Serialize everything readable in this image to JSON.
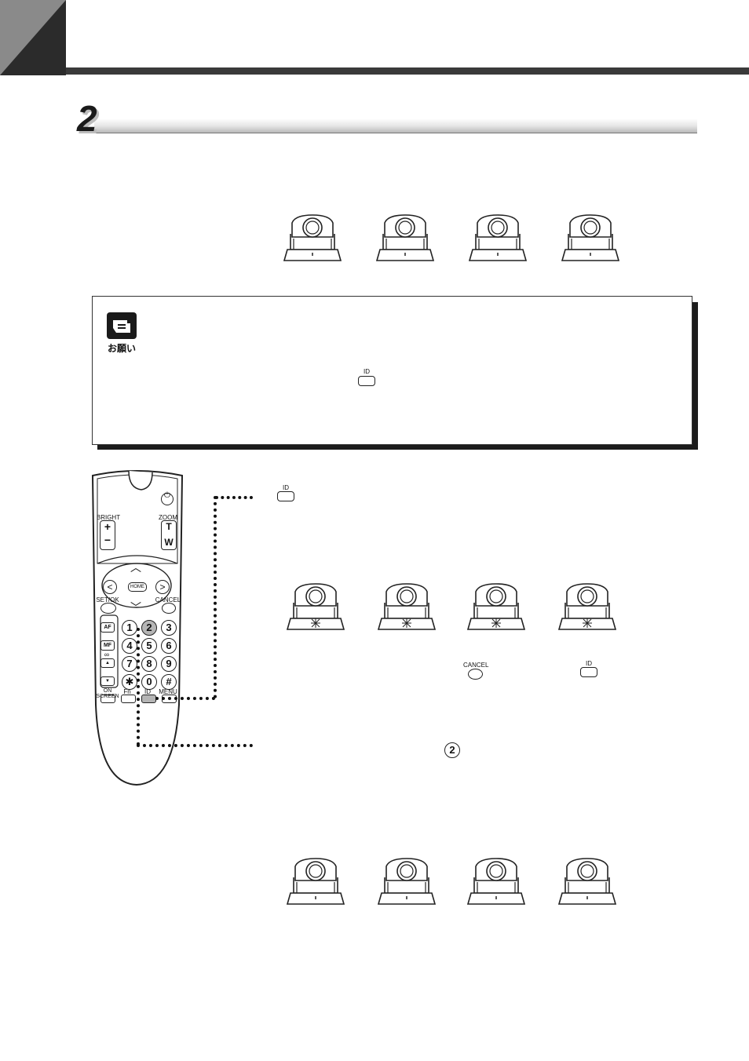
{
  "section": {
    "number": "2"
  },
  "note": {
    "label": "お願い",
    "button_label": "ID"
  },
  "remote": {
    "bright": "BRIGHT",
    "zoom": "ZOOM",
    "zoom_t": "T",
    "zoom_w": "W",
    "plus": "+",
    "minus": "−",
    "home": "HOME",
    "set_ok": "SET/OK",
    "cancel": "CANCEL",
    "af": "AF",
    "mf": "MF",
    "infinity": "∞",
    "keys": [
      "1",
      "2",
      "3",
      "4",
      "5",
      "6",
      "7",
      "8",
      "9",
      "✱",
      "0",
      "#"
    ],
    "on_screen": "ON SCREEN",
    "fn": "Fn",
    "id": "ID",
    "menu": "MENU"
  },
  "step_id_button": "ID",
  "inline_cancel": "CANCEL",
  "inline_id": "ID",
  "inline_key": "2",
  "colors": {
    "ink": "#111111",
    "header_dark": "#2b2b2b",
    "header_fold": "#8a8a8a",
    "highlight_key": "#b5b5b5"
  }
}
